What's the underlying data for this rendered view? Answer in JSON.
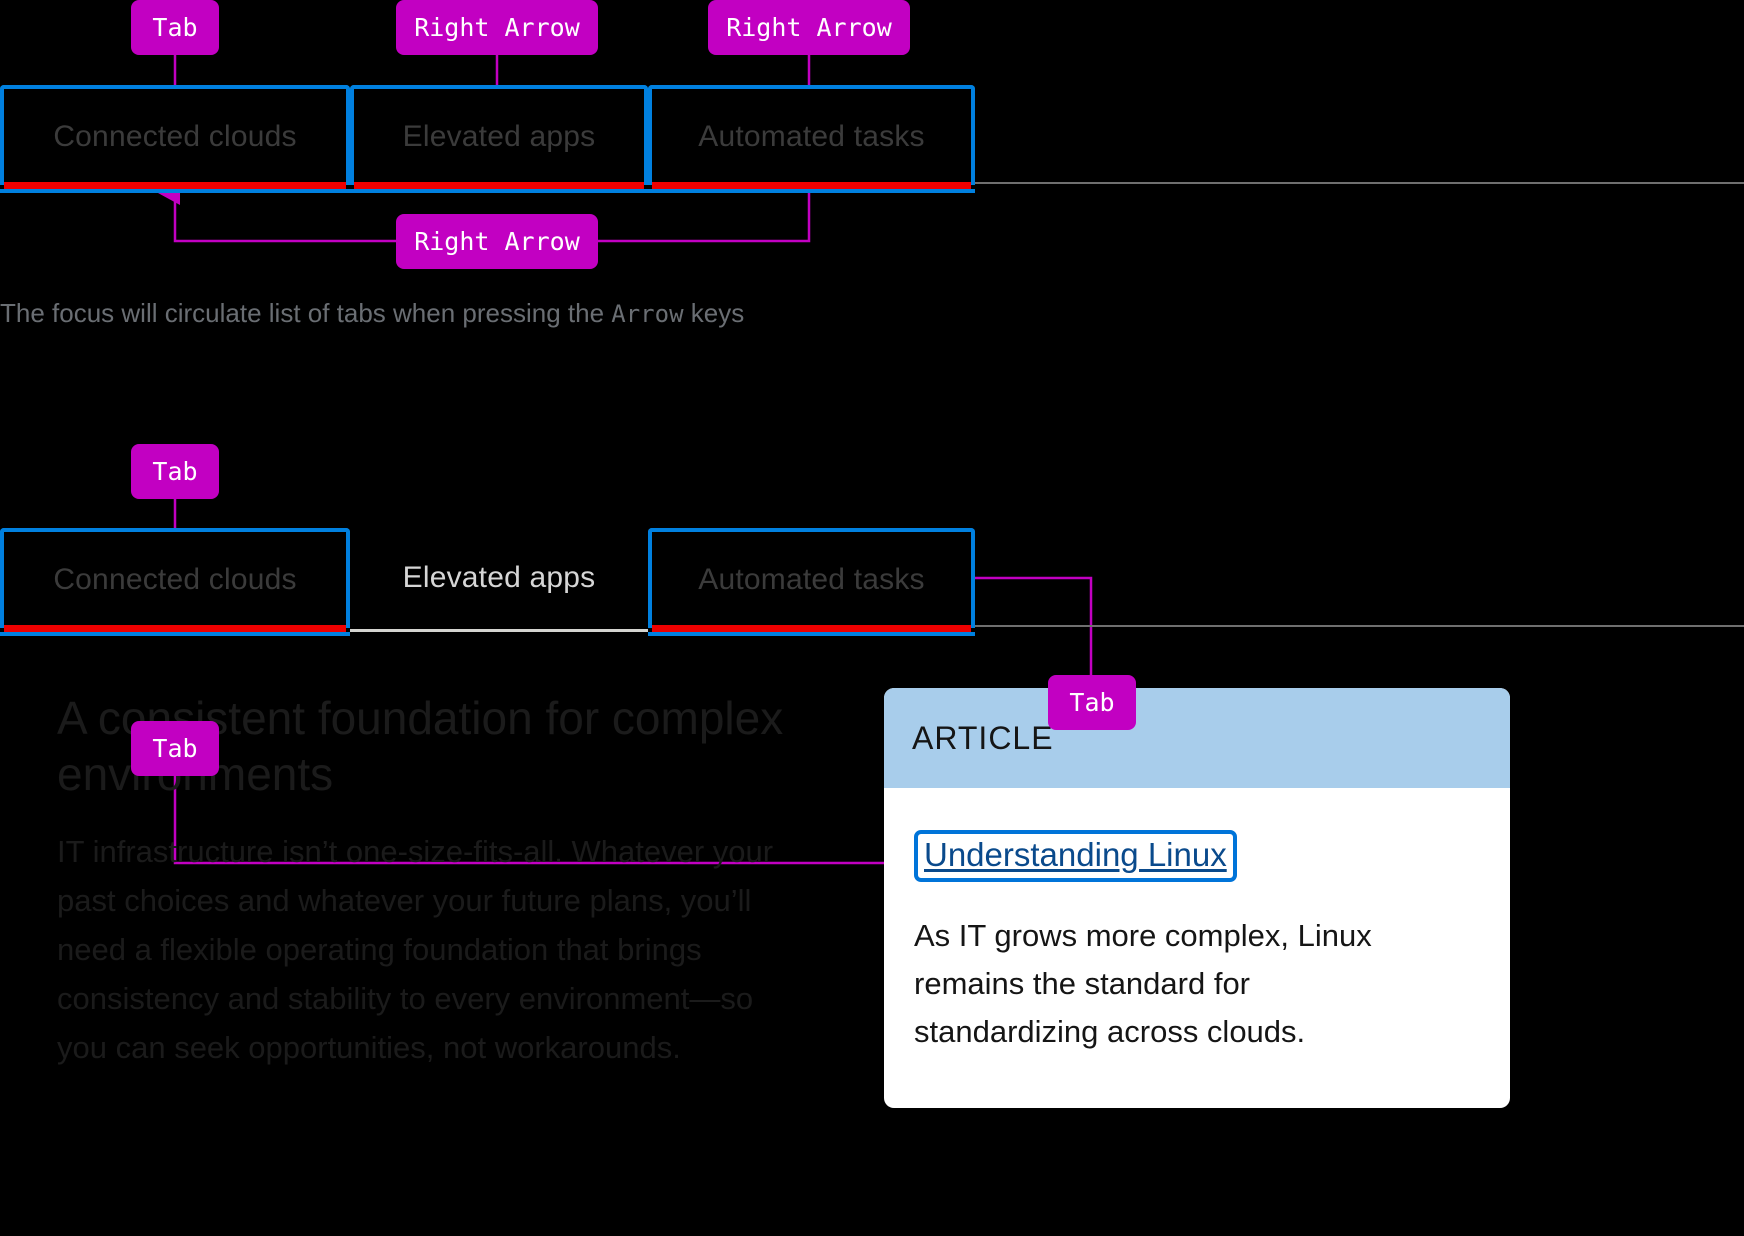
{
  "colors": {
    "key_badge": "#c200c2",
    "focus_ring": "#0080df",
    "tab_underline_active": "#ee0000",
    "annotation_line": "#c200c2",
    "card_header": "#a8cdeb",
    "link": "#0a4a8c",
    "page_background": "#000000"
  },
  "section_one": {
    "name": "arrow-key-navigation-demo",
    "tabs": [
      {
        "label": "Connected clouds",
        "focused": true,
        "selected": true
      },
      {
        "label": "Elevated apps",
        "focused": true,
        "selected": true
      },
      {
        "label": "Automated tasks",
        "focused": true,
        "selected": true
      }
    ],
    "key_badges": [
      {
        "label": "Tab",
        "target": "Connected clouds"
      },
      {
        "label": "Right Arrow",
        "target": "Elevated apps"
      },
      {
        "label": "Right Arrow",
        "target": "Automated tasks"
      },
      {
        "label": "Right Arrow",
        "target": "Connected clouds (wrap around)"
      }
    ],
    "caption": {
      "before": "The focus will circulate list of tabs when pressing the ",
      "code": "Arrow",
      "after": " keys"
    }
  },
  "section_two": {
    "name": "tab-key-navigation-demo",
    "tabs": [
      {
        "label": "Connected clouds",
        "focused": true,
        "selected": false
      },
      {
        "label": "Elevated apps",
        "focused": false,
        "selected": true
      },
      {
        "label": "Automated tasks",
        "focused": true,
        "selected": false
      }
    ],
    "key_badges": [
      {
        "label": "Tab",
        "target": "Connected clouds"
      },
      {
        "label": "Tab",
        "target": "Understanding Linux link"
      },
      {
        "label": "Tab",
        "target": "panel content"
      }
    ],
    "panel": {
      "heading": "A consistent foundation for complex environments",
      "paragraph": "IT infrastructure isn’t one-size-fits-all. Whatever your past choices and whatever your future plans, you’ll need a flexible operating foundation that brings consistency and stability to every environment—so you can seek opportunities, not workarounds."
    },
    "card": {
      "kicker": "ARTICLE",
      "link_label": "Understanding Linux",
      "link_focused": true,
      "body": "As IT grows more complex, Linux remains the standard for standardizing across clouds."
    }
  }
}
